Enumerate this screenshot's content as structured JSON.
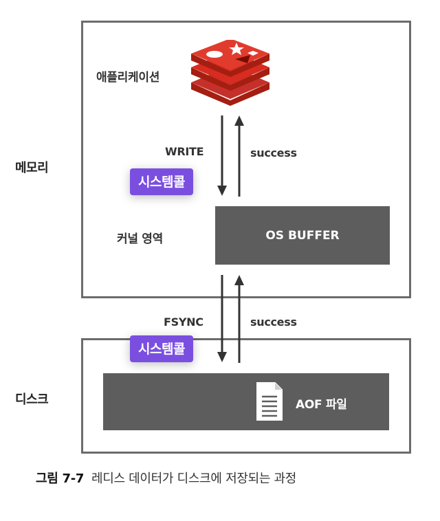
{
  "labels": {
    "memory": "메모리",
    "disk": "디스크",
    "application": "애플리케이션",
    "kernel": "커널 영역",
    "os_buffer": "OS BUFFER",
    "aof_file": "AOF 파일",
    "write": "WRITE",
    "fsync": "FSYNC",
    "success_top": "success",
    "success_bottom": "success",
    "syscall_top": "시스템콜",
    "syscall_bottom": "시스템콜"
  },
  "caption": {
    "number": "그림 7-7",
    "text": "레디스 데이터가 디스크에 저장되는 과정"
  },
  "icons": {
    "app_logo": "redis-logo-icon",
    "file": "document-icon",
    "arrow_down": "arrow-down-icon",
    "arrow_up": "arrow-up-icon"
  },
  "colors": {
    "badge": "#7a4fe0",
    "dark_block": "#5d5d5d",
    "redis_red": "#c6302b",
    "border": "#6b6b6b"
  }
}
